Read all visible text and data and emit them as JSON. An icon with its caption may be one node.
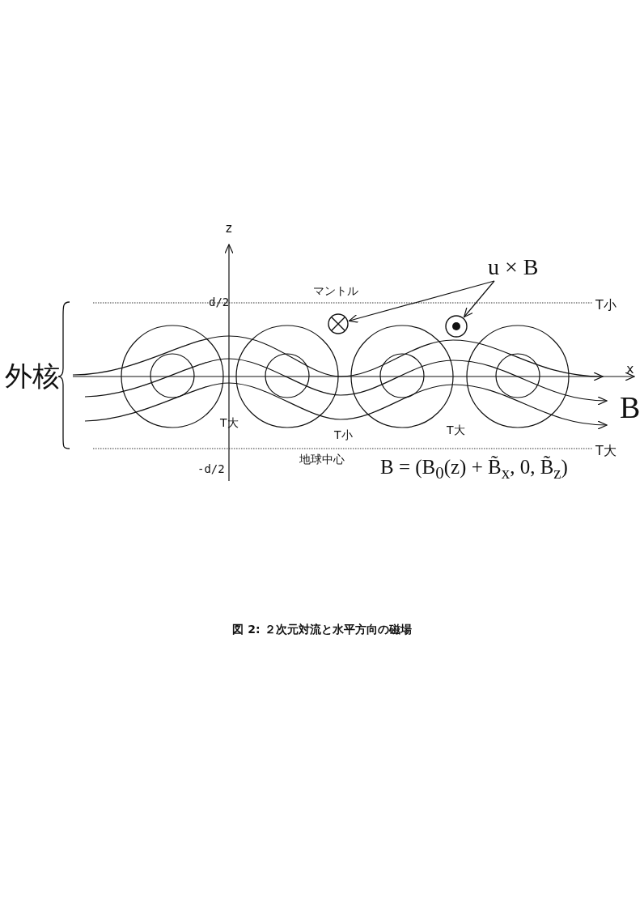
{
  "diagram": {
    "caption": "図 2: ２次元対流と水平方向の磁場",
    "nodes": [
      {
        "text": [
          "u × B"
        ]
      },
      {
        "text": [],
        "shape": "circle"
      },
      {
        "text": [],
        "shape": "circle"
      }
    ],
    "edges": [
      {
        "from": 0,
        "to": 1,
        "arrow": "to"
      },
      {
        "from": 0,
        "to": 2,
        "arrow": "to"
      }
    ],
    "labels": [
      "z",
      "d/2",
      "マントル",
      "T小",
      "外核",
      "x",
      "B",
      "T大",
      "T小",
      "T大",
      "T大",
      "-d/2",
      "地球中心",
      "B = (B$_{0}$(z) + B̃$_{x}$, 0, B̃$_{z}$)"
    ]
  }
}
